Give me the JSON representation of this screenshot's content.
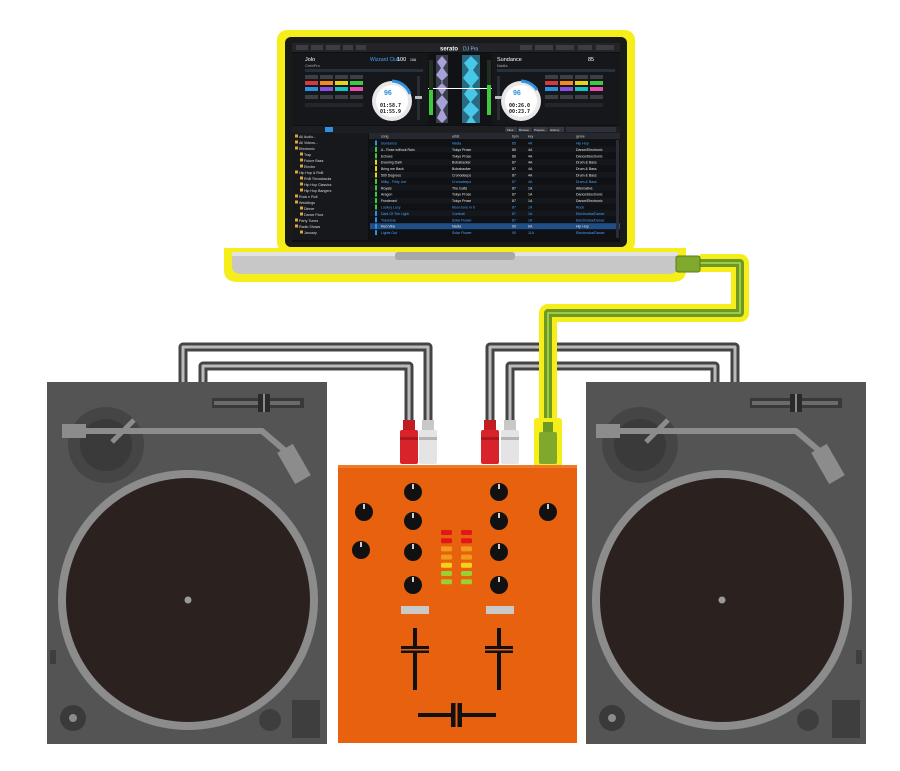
{
  "colors": {
    "highlight": "#f5ee1a",
    "cable_green": "#7fa82c",
    "mixer_orange": "#e8610f",
    "turntable_body": "#555555",
    "platter": "#2b2220",
    "rca_red": "#d8232a",
    "rca_white": "#e4e4e4",
    "deck_blue": "#2f8fe0",
    "meter_red": "#e01818",
    "meter_orange": "#f29a1c",
    "meter_yellow": "#f4d21a",
    "meter_green": "#9ccf30"
  },
  "laptop": {
    "brand": "serato",
    "product": "DJ Pro",
    "left_deck": {
      "title": "Jolo",
      "artist": "CrebPro",
      "track_title": "Wizzard Club",
      "bpm": "100",
      "key": "10A",
      "time_elapsed": "01:58.7",
      "time_remaining": "01:55.9",
      "tempo_value": "96"
    },
    "right_deck": {
      "title": "Sundance",
      "artist": "Nadia",
      "bpm": "85",
      "time_elapsed": "00:26.0",
      "time_remaining": "00:23.7",
      "tempo_value": "96"
    },
    "library": {
      "crates": [
        "All Audio...",
        "All Videos...",
        "Electronic",
        "Trap",
        "Future Bass",
        "Electro",
        "Hip Hop & RnB",
        "RnB Throwbacks",
        "Hip Hop Classics",
        "Hip Hop Bangers",
        "Rock n Roll",
        "Weddings",
        "Dinner",
        "Dance Floor",
        "Party Tunes",
        "Radio Shows",
        "January"
      ],
      "columns": [
        "song",
        "artist",
        "bpm",
        "key",
        "genre"
      ],
      "tabs": [
        "Files",
        "Browse",
        "Prepare",
        "History"
      ],
      "rows": [
        [
          "Sundance",
          "Nadia",
          "85",
          "4A",
          "Hip Hop"
        ],
        [
          "A - Rose without Rain",
          "Tokyo Prose",
          "85",
          "4A",
          "Dance/Electronic"
        ],
        [
          "Echoes",
          "Tokyo Prose",
          "86",
          "4A",
          "Dance/Electronic"
        ],
        [
          "Evening Dark",
          "Bobabacker",
          "87",
          "4A",
          "Drum & Bass"
        ],
        [
          "Bring me Back",
          "Bobabacker",
          "87",
          "4A",
          "Drum & Bass"
        ],
        [
          "500 Degrees",
          "Cronodeeps",
          "87",
          "4A",
          "Drum & Bass"
        ],
        [
          "Milky - Flirty Joe",
          "Cronodeeps",
          "87",
          "4A",
          "Drum & Bass"
        ],
        [
          "Royals",
          "The Gults",
          "87",
          "1A",
          "Alternative"
        ],
        [
          "Aragon",
          "Tokyo Prose",
          "87",
          "1A",
          "Dance/Electronic"
        ],
        [
          "Frostened",
          "Tokyo Prose",
          "87",
          "1A",
          "Dance/Electronic"
        ],
        [
          "Lockey Lucy",
          "Mooi June in It",
          "87",
          "1A",
          "Rock"
        ],
        [
          "Dark Of The Light",
          "Comball",
          "87",
          "1A",
          "Electronica/Dance"
        ],
        [
          "Traversal",
          "Solar Flower",
          "87",
          "1A",
          "Electronica/Dance"
        ],
        [
          "Red Vibe",
          "Nadia",
          "90",
          "6A",
          "Hip Hop"
        ],
        [
          "Lights Out",
          "Solar Flower",
          "90",
          "11A",
          "Electronica/Dance"
        ]
      ],
      "highlight_rows": [
        0,
        6,
        10,
        11,
        12,
        14
      ],
      "selected_row": 13
    }
  }
}
